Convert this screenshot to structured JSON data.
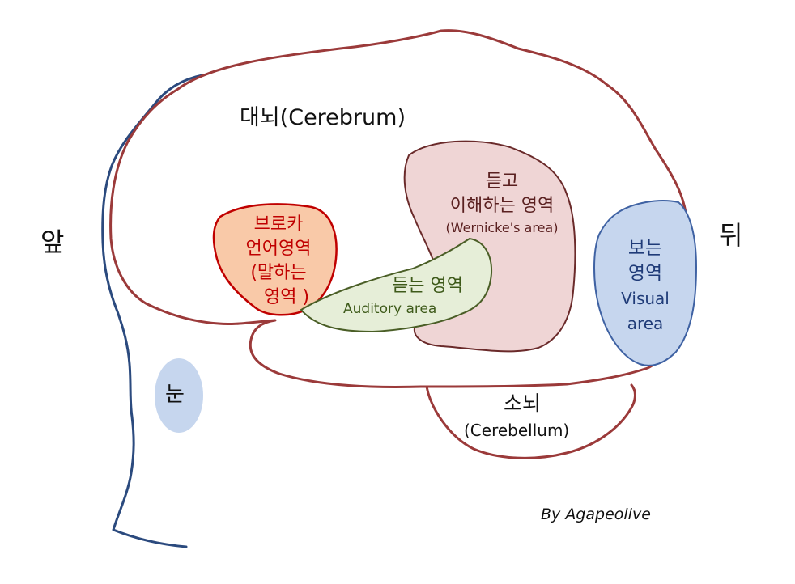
{
  "diagram": {
    "front_label": "앞",
    "back_label": "뒤",
    "cerebrum": "대뇌(Cerebrum)",
    "broca": [
      "브로카",
      "언어영역",
      "(말하는",
      "영역 )"
    ],
    "wernicke": [
      "듣고",
      "이해하는 영역",
      "(Wernicke's area)"
    ],
    "auditory": [
      "듣는 영역",
      "Auditory area"
    ],
    "visual": [
      "보는",
      "영역",
      "Visual",
      "area"
    ],
    "eye": "눈",
    "cerebellum": [
      "소뇌",
      "(Cerebellum)"
    ],
    "credit": "By Agapeolive"
  },
  "colors": {
    "head_outline": "#2b4a7e",
    "brain_outline": "#9b3a3a",
    "broca_fill": "#f9c9a8",
    "broca_stroke": "#c00000",
    "wernicke_fill": "#efd5d5",
    "wernicke_stroke": "#6a2a2a",
    "auditory_fill": "#e6eed8",
    "auditory_stroke": "#4a5e26",
    "visual_fill": "#c6d6ee",
    "visual_stroke": "#3f62a3",
    "eye_fill": "#c6d6ee"
  }
}
